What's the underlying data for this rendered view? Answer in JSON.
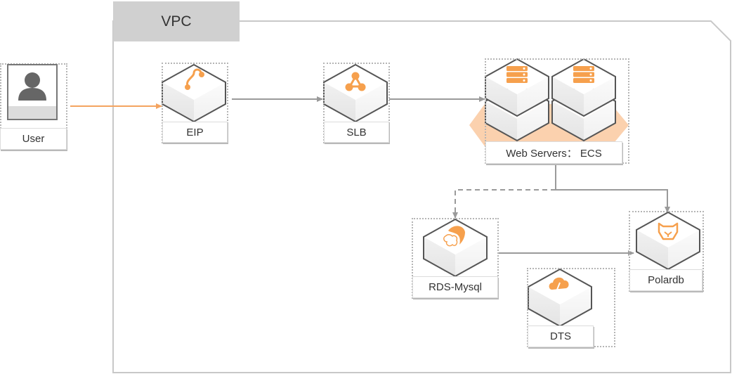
{
  "diagram": {
    "title": "VPC",
    "colors": {
      "accent": "#f6a04d",
      "accent_light": "#fbd1ae",
      "line": "#9a9a9a",
      "user_line": "#f4a460",
      "cube_edge": "#555555",
      "group_header": "#d0d0d0"
    },
    "nodes": [
      {
        "id": "user",
        "label": "User",
        "icon": "user-icon"
      },
      {
        "id": "eip",
        "label": "EIP",
        "icon": "eip-plug-icon"
      },
      {
        "id": "slb",
        "label": "SLB",
        "icon": "slb-triangle-nodes-icon"
      },
      {
        "id": "ecs",
        "label": "Web Servers： ECS",
        "icon": "server-rack-icon"
      },
      {
        "id": "rds",
        "label": "RDS-Mysql",
        "icon": "mysql-dolphin-icon"
      },
      {
        "id": "polardb",
        "label": "Polardb",
        "icon": "polardb-bear-icon"
      },
      {
        "id": "dts",
        "label": "DTS",
        "icon": "dts-cloud-bolt-icon"
      }
    ],
    "edges": [
      {
        "from": "user",
        "to": "eip",
        "style": "solid-orange"
      },
      {
        "from": "eip",
        "to": "slb",
        "style": "solid"
      },
      {
        "from": "slb",
        "to": "ecs",
        "style": "solid"
      },
      {
        "from": "ecs",
        "to": "rds",
        "style": "dashed"
      },
      {
        "from": "ecs",
        "to": "polardb",
        "style": "solid"
      },
      {
        "from": "rds",
        "to": "polardb",
        "style": "solid"
      }
    ]
  }
}
